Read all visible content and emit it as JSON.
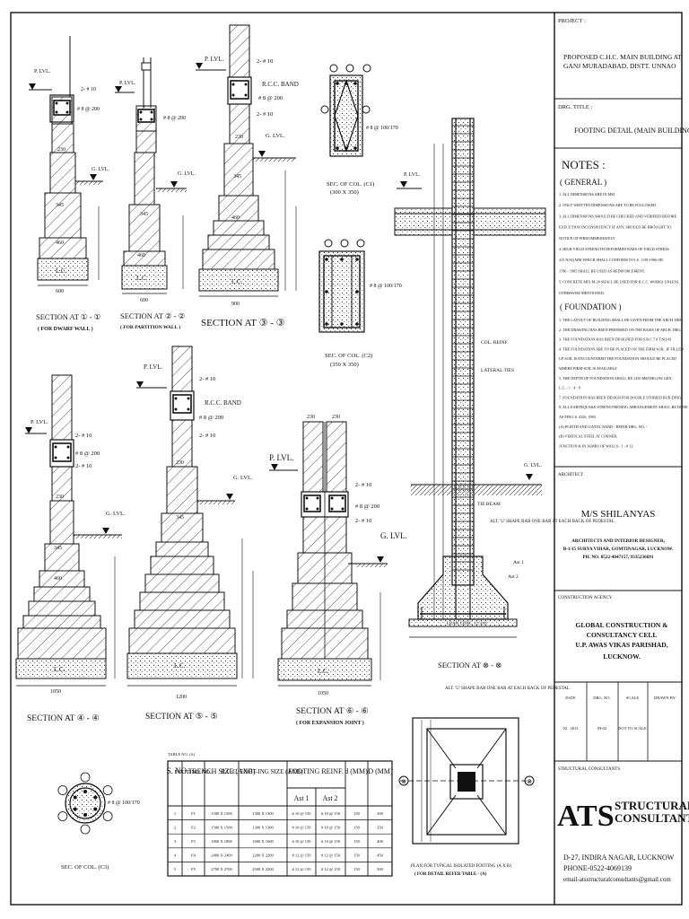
{
  "title_block": {
    "project_label": "PROJECT :",
    "project_line1": "PROPOSED C.H.C. MAIN BUILDING AT",
    "project_line2": "GANJ MURADABAD, DISTT. UNNAO",
    "drg_title_label": "DRG. TITLE :",
    "drg_title": "FOOTING DETAIL (MAIN BUILDING)",
    "notes_heading": "NOTES :",
    "general_heading": "( GENERAL )",
    "general_notes": [
      "1. ALL DIMENSIONS ARE IN MM",
      "2. ONLY WRITTEN DIMENSIONS ARE TO BE FOLLOWED.",
      "3. ALL DIMENSIONS SHOULD BE CHECKED AND VERIFIED BEFORE",
      "EXECUTION INCONSISTENCY IF ANY, SHOULD BE BROUGHT TO",
      "NOTICE OF FIRM IMMEDIATELY",
      "4. HIGH YIELD STRENGTH DEFORMED BARS OF YIELD STRESS",
      "415 N/SQ MM WHICH SHALL CONFORM TO I.S. 1139-1966 OR",
      "1786 - 1985 SHALL BE USED AS REINFORCEMENT.",
      "5. CONCRETE MIX M-20 SHALL BE USED FOR R.C.C. WORKS UNLESS",
      "OTHERWISE MENTIONED."
    ],
    "foundation_heading": "( FOUNDATION )",
    "foundation_notes": [
      "1. THE LAYOUT OF BUILDING SHALL BE GIVEN FROM THE ARCH. DRG.",
      "2. THE DRAWING HAS BEEN PREPARED ON THE BASIS OF ARCH. DRG.",
      "3. THE FOUNDATION HAS BEEN DESIGNED FOR S.B.C 7.0 T/SQ M",
      "4. THE FOUNDATION ARE TO BE PLACED ON THE FIRM SOIL. IF FILLED",
      "UP SOIL IS ENCOUNTERED THE FOUNDATION SHOULD BE PLACED",
      "WHERE FIRM SOIL IS AVAILABLE.",
      "5. THE DEPTH OF FOUNDATION SHALL BE 1250 MM BELOW GEN.",
      "L.C. - 1 : 4 : 8",
      "7. FOUNDATION HAS BEEN DESIGN FOR DOUBLE STORIED BUILDING.",
      "8. ALL EARTHQUAKE STRENGTHENING ARRANGEMENT SHALL BE DONE",
      "AS PER I.S. 4326, 1993.",
      "(A) PLINTH AND LINTEL BAND     -     REFER DRG. NO. -",
      "(B) VERTICAL STEEL AT CORNER,",
      "JUNCTION & IN JAMBS OF WALLS   -   1 - # 12"
    ],
    "architect_label": "ARCHITECT",
    "architect_name": "M/S SHILANYAS",
    "architect_line1": "ARCHITECTS AND INTERIOR DESIGNER,",
    "architect_line2": "B-1/15 SURYA VIHAR, GOMTINAGAR, LUCKNOW.",
    "architect_phone": "PH. NO. 0522-4047157, 9335236691",
    "agency_label": "CONSTRUCTION AGENCY",
    "agency_line1": "GLOBAL CONSTRUCTION &",
    "agency_line2": "CONSULTANCY CELL",
    "agency_line3": "U.P. AWAS VIKAS PARISHAD,",
    "agency_line4": "LUCKNOW.",
    "meta_headers": [
      "DATE",
      "DRG. NO.",
      "SCALE",
      "DRAWN BY"
    ],
    "meta_values": [
      "02 . 2013",
      "M-02",
      "NOT TO SCALE",
      ""
    ],
    "structural_label": "STRUCTURAL CONSULTANTS",
    "ats_logo": "ATS",
    "ats_name1": "STRUCTURAL",
    "ats_name2": "CONSULTANTS",
    "ats_address": "D-27, INDIRA NAGAR, LUCKNOW",
    "ats_phone": "PHONE-0522-4069139",
    "ats_email": "email-atsstructuralconsultants@gmail.com"
  },
  "sections": {
    "s1_title": "SECTION AT ① - ①",
    "s1_sub": "( FOR DWARF WALL )",
    "s2_title": "SECTION AT ② - ②",
    "s2_sub": "( FOR PARTITION WALL )",
    "s3_title": "SECTION AT ③ - ③",
    "s4_title": "SECTION AT ④ - ④",
    "s5_title": "SECTION AT ⑤ - ⑤",
    "s6_title": "SECTION AT ⑥ - ⑥",
    "s6_sub": "( FOR EXPANSION JOINT )",
    "sx_title": "SECTION AT ⊗ - ⊗",
    "plan_title": "PLAN FOR TYPICAL ISOLATED FOOTING (A X B)",
    "plan_sub": "( FOR DETAIL REFER TABLE - (A)",
    "c1_title": "SEC. OF COL. (C1)",
    "c1_size": "(300 X 350)",
    "c2_title": "SEC. OF COL. (C2)",
    "c2_size": "(350 X 350)",
    "c3_title": "SEC. OF COL. (C3)",
    "rcc_band": "R.C.C. BAND",
    "plvl": "P. LVL.",
    "glvl": "G. LVL.",
    "lc": "L.C.",
    "bars_2_10": "2- # 10",
    "bars_8_200": "# 8 @ 200",
    "stirrup": "# 8 @ 100/170",
    "dim_600": "600",
    "dim_900": "900",
    "dim_1050": "1050",
    "dim_1200": "1200",
    "dim_230": "230",
    "dim_345": "345",
    "dim_460": "460",
    "col_reinf": "COL. REINF.",
    "lateral_ties": "LATERAL TIES",
    "tie_beam": "TIE BEAM",
    "bent_bar": "ALT. 'U' SHAPE BAR ONE BAR AT EACH BACK OF PEDESTAL",
    "lean_conc": "LEAN CONC. (1:4:8)",
    "ast1": "Ast 1",
    "ast2": "Ast 2"
  },
  "footing_table": {
    "caption": "TABLE NO. (A)",
    "headers": [
      "S. NO.",
      "FOOTING NO.",
      "TRENCH SIZE (AXB)",
      "R.C.C. FOOT-ING SIZE (AXB)",
      "FOOTING REINF.",
      "d (MM)",
      "D (MM)"
    ],
    "sub_headers": [
      "Ast 1",
      "Ast 2"
    ],
    "rows": [
      [
        "1",
        "F1",
        "1500 X 1500",
        "1300 X 1300",
        "# 10 @ 150",
        "# 10 @ 150",
        "150",
        "300"
      ],
      [
        "2",
        "F2",
        "1500 X 1500",
        "1300 X 1300",
        "# 10 @ 150",
        "# 10 @ 150",
        "150",
        "350"
      ],
      [
        "3",
        "F3",
        "1800 X 1800",
        "1600 X 1600",
        "# 10 @ 150",
        "# 10 @ 150",
        "150",
        "400"
      ],
      [
        "4",
        "F4",
        "2400 X 2400",
        "2200 X 2200",
        "# 12 @ 150",
        "# 12 @ 150",
        "150",
        "450"
      ],
      [
        "5",
        "F5",
        "2700 X 2700",
        "2500 X 2500",
        "# 12 @ 150",
        "# 12 @ 150",
        "150",
        "500"
      ]
    ]
  }
}
